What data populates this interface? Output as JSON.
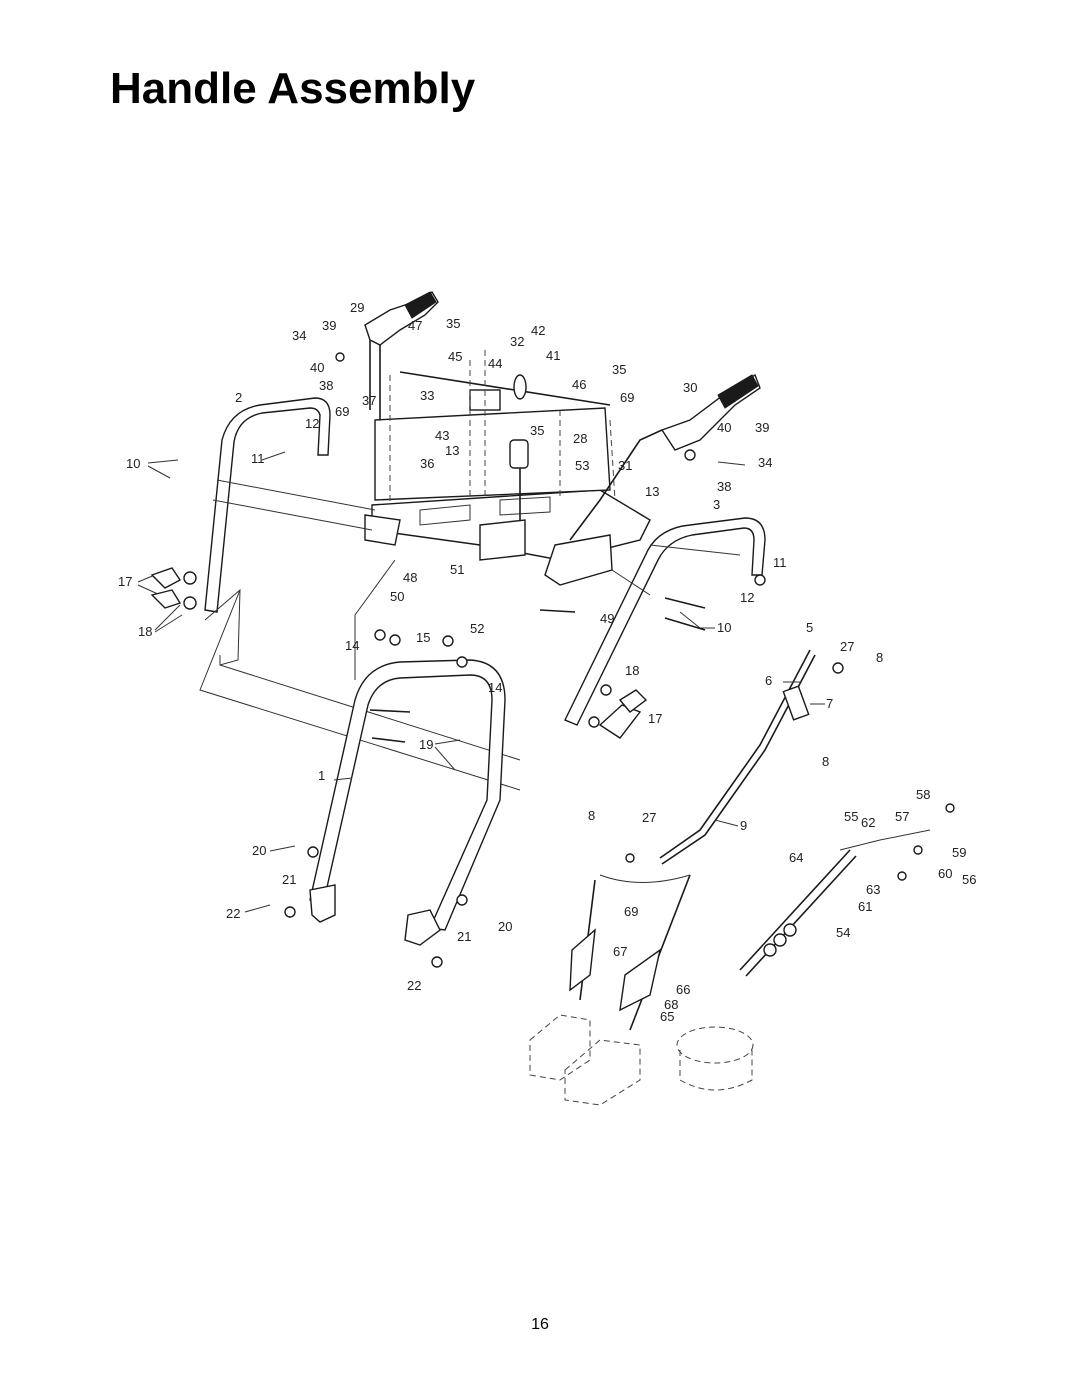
{
  "page": {
    "title": "Handle Assembly",
    "page_number": "16"
  },
  "callouts": [
    "29",
    "34",
    "39",
    "47",
    "35",
    "32",
    "42",
    "40",
    "45",
    "44",
    "41",
    "38",
    "37",
    "33",
    "46",
    "35",
    "30",
    "69",
    "2",
    "69",
    "12",
    "43",
    "35",
    "28",
    "40",
    "39",
    "10",
    "11",
    "13",
    "36",
    "53",
    "31",
    "34",
    "13",
    "38",
    "3",
    "11",
    "17",
    "48",
    "51",
    "12",
    "50",
    "49",
    "18",
    "52",
    "10",
    "14",
    "15",
    "5",
    "27",
    "8",
    "14",
    "18",
    "6",
    "7",
    "17",
    "19",
    "8",
    "1",
    "8",
    "27",
    "9",
    "58",
    "55",
    "62",
    "57",
    "20",
    "64",
    "59",
    "21",
    "60",
    "56",
    "63",
    "61",
    "22",
    "69",
    "20",
    "21",
    "54",
    "67",
    "22",
    "66",
    "68",
    "65"
  ]
}
